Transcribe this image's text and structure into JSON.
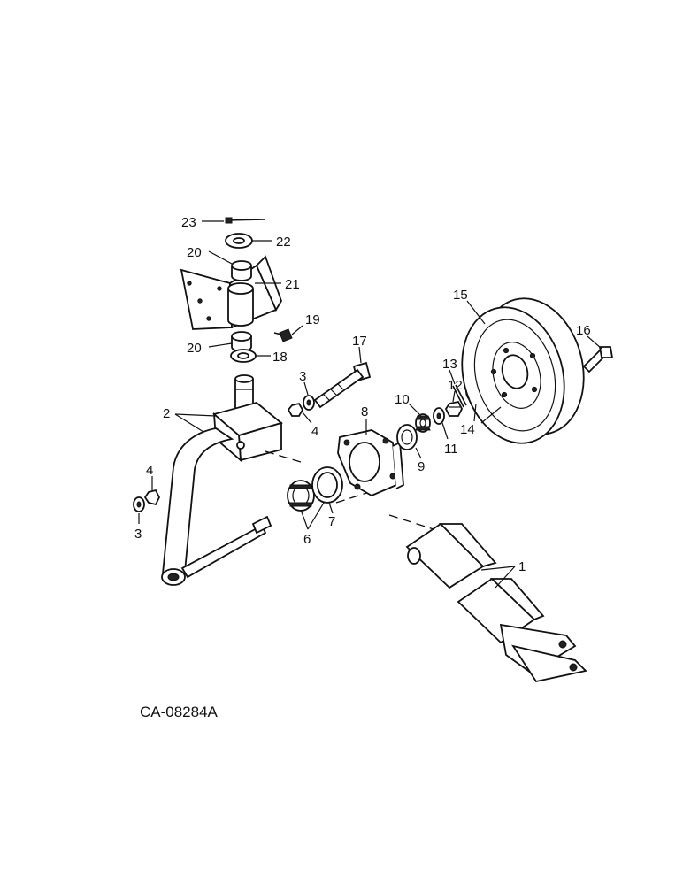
{
  "figure": {
    "reference_code": "CA-08284A",
    "callouts": {
      "c1": "1",
      "c2": "2",
      "c3a": "3",
      "c3b": "3",
      "c4a": "4",
      "c4b": "4",
      "c6": "6",
      "c7": "7",
      "c8": "8",
      "c9": "9",
      "c10": "10",
      "c11": "11",
      "c12": "12",
      "c13": "13",
      "c14": "14",
      "c15": "15",
      "c16": "16",
      "c17": "17",
      "c18": "18",
      "c19": "19",
      "c20a": "20",
      "c20b": "20",
      "c21": "21",
      "c22": "22",
      "c23": "23"
    }
  }
}
